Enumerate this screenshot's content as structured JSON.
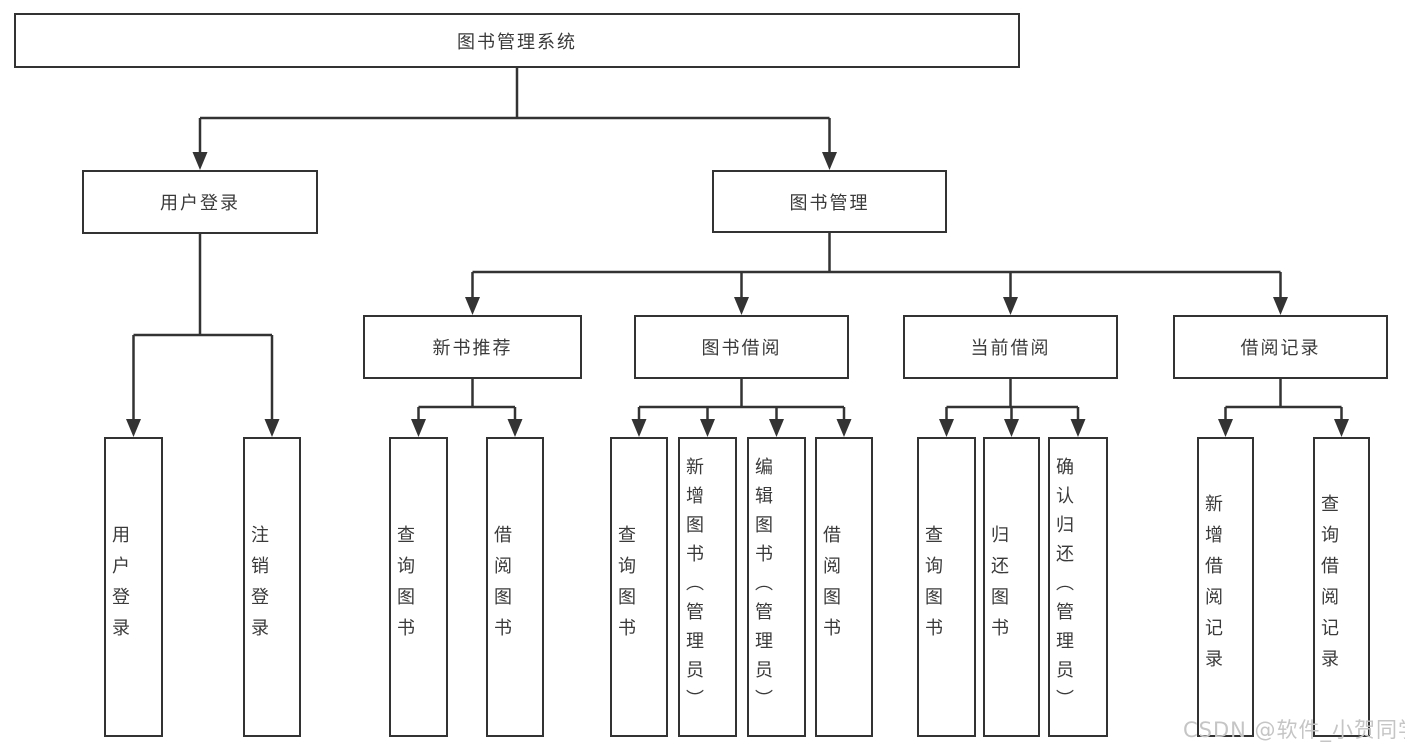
{
  "title": "图书管理系统",
  "watermark": {
    "text": "CSDN @软件_小贺同学",
    "color": "#c5c5c5"
  },
  "colors": {
    "line": "#333333",
    "box_border": "#333333",
    "text": "#3a3a3a",
    "background": "#ffffff"
  },
  "tree": {
    "root": {
      "label": "图书管理系统"
    },
    "branches": [
      {
        "label": "用户登录",
        "children": [
          "用户登录",
          "注销登录"
        ]
      },
      {
        "label": "图书管理",
        "children": [
          {
            "label": "新书推荐",
            "children": [
              "查询图书",
              "借阅图书"
            ]
          },
          {
            "label": "图书借阅",
            "children": [
              "查询图书",
              "新增图书（管理员）",
              "编辑图书（管理员）",
              "借阅图书"
            ]
          },
          {
            "label": "当前借阅",
            "children": [
              "查询图书",
              "归还图书",
              "确认归还（管理员）"
            ]
          },
          {
            "label": "借阅记录",
            "children": [
              "新增借阅记录",
              "查询借阅记录"
            ]
          }
        ]
      }
    ]
  }
}
